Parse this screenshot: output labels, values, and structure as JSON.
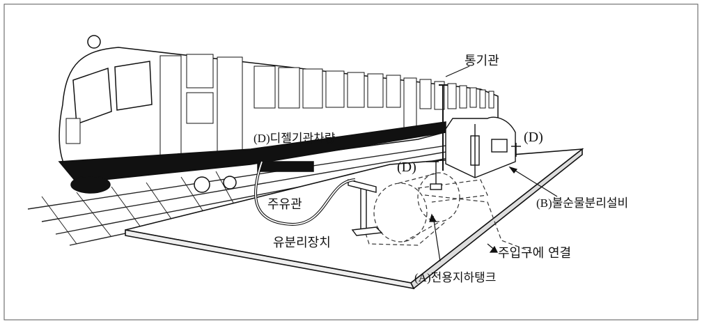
{
  "labels": {
    "vent_pipe": "통기관",
    "diesel_railcar": "(D)디젤기관차량",
    "dispenser_d_left": "(D)",
    "dispenser_d_right": "(D)",
    "oil_separator_equipment": "(B)불순물분리설비",
    "fuel_hose": "주유관",
    "oil_separator_device": "유분리장치",
    "fill_port_connection": "주입구에 연결",
    "dedicated_underground_tank": "(A)전용지하탱크"
  }
}
